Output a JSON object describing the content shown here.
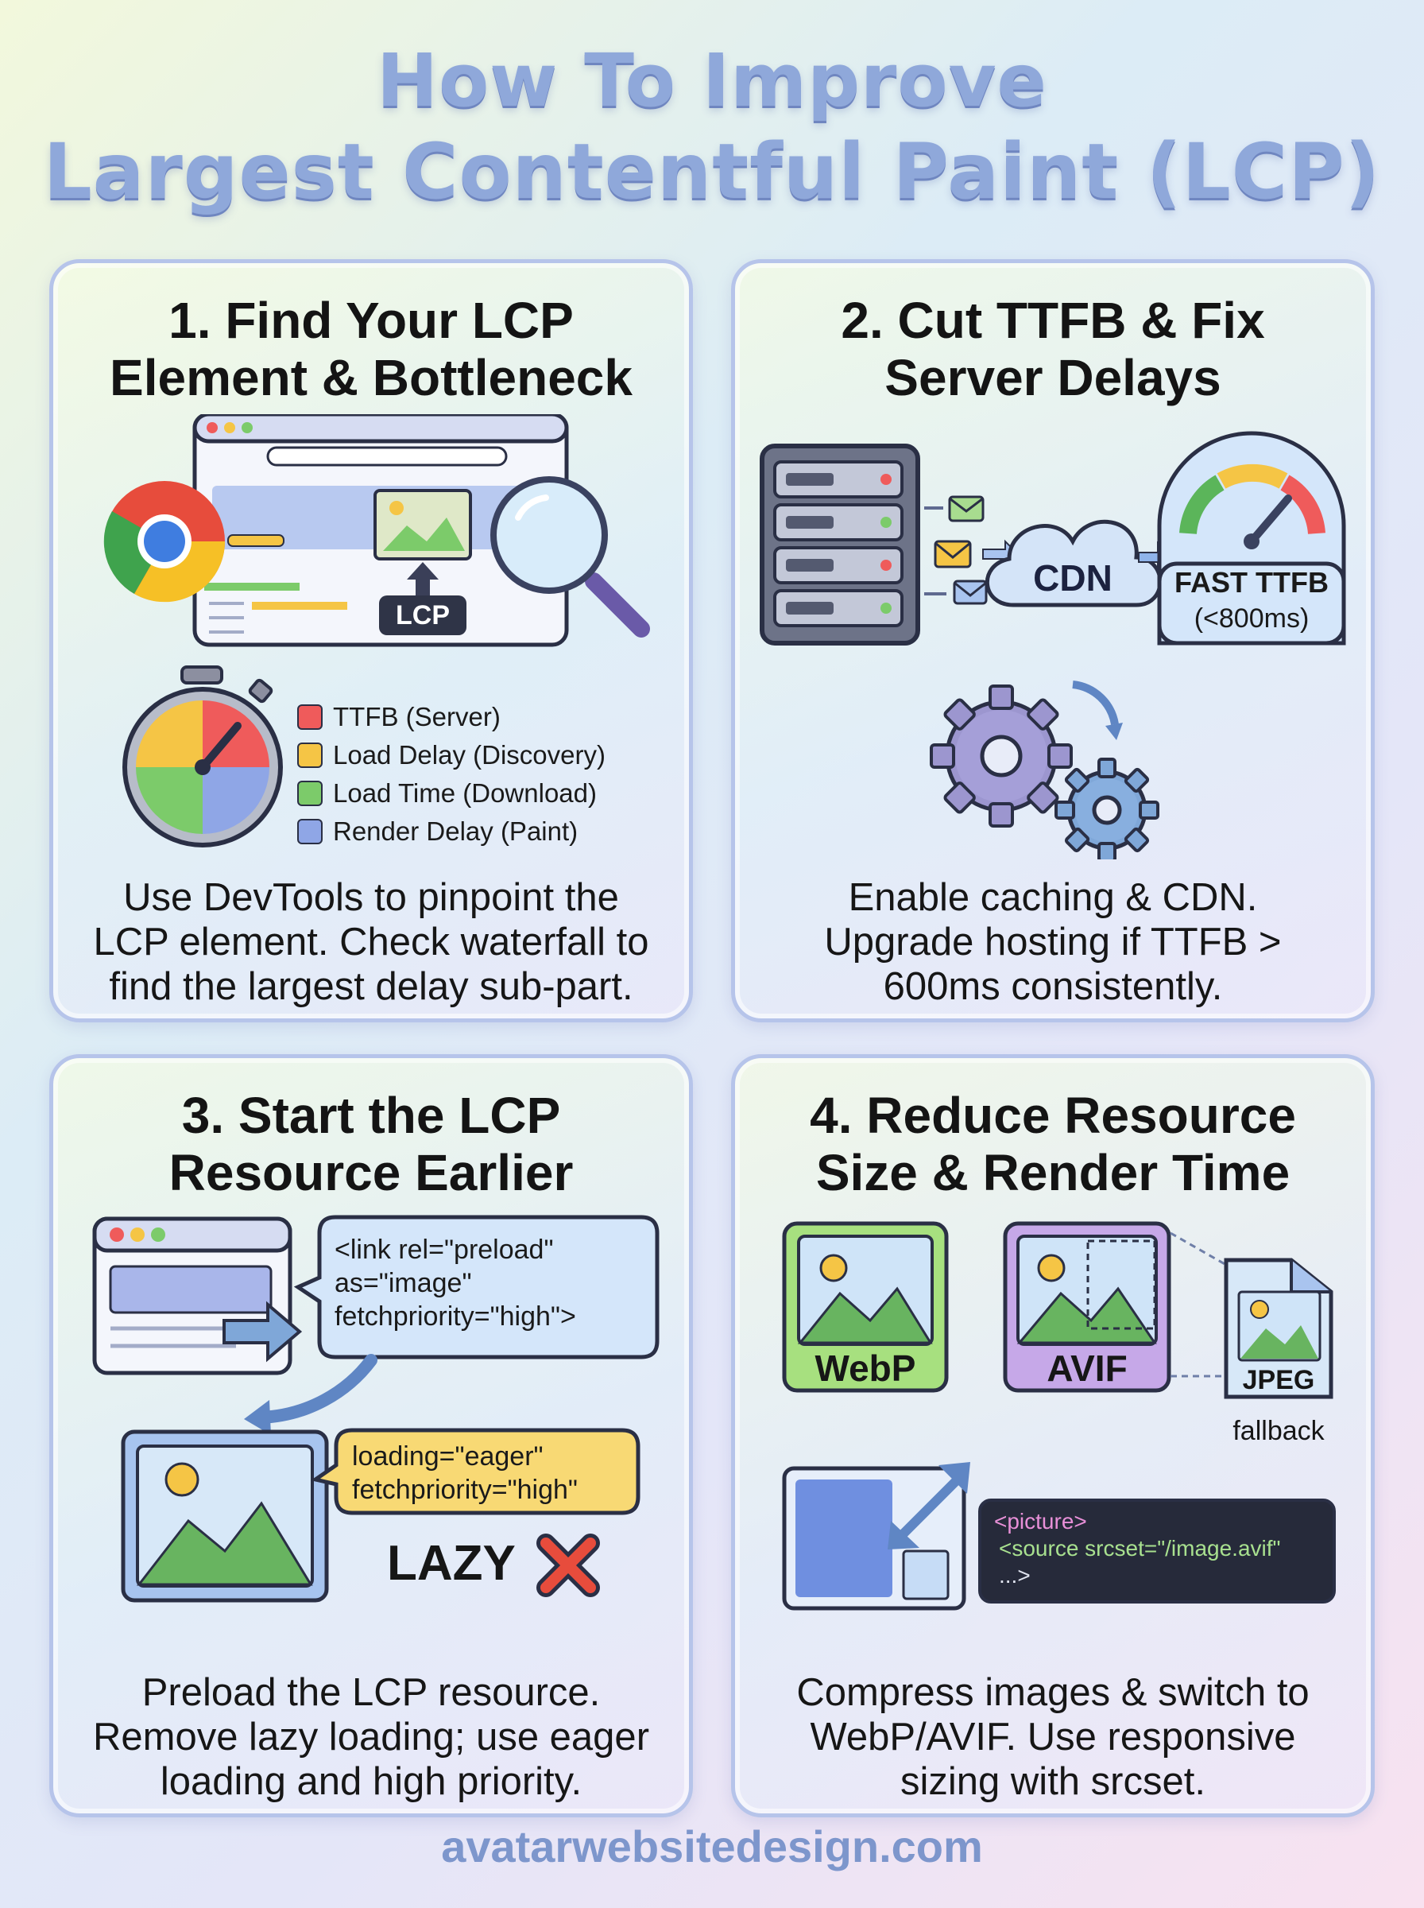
{
  "header": {
    "title_line1": "How To Improve",
    "title_line2": "Largest Contentful Paint (LCP)"
  },
  "cards": [
    {
      "title_line1": "1. Find Your LCP",
      "title_line2": "Element & Bottleneck",
      "lcp_label": "LCP",
      "legend": [
        {
          "label": "TTFB (Server)",
          "color": "#ef5b5b"
        },
        {
          "label": "Load Delay (Discovery)",
          "color": "#f5c545"
        },
        {
          "label": "Load Time (Download)",
          "color": "#7ccb6a"
        },
        {
          "label": "Render Delay (Paint)",
          "color": "#8fa6e6"
        }
      ],
      "desc_line1": "Use DevTools to pinpoint the",
      "desc_line2": "LCP element. Check waterfall to",
      "desc_line3": "find the largest delay sub-part."
    },
    {
      "title_line1": "2. Cut TTFB & Fix",
      "title_line2": "Server Delays",
      "cdn_label": "CDN",
      "gauge_line1": "FAST TTFB",
      "gauge_line2": "(<800ms)",
      "desc_line1": "Enable caching & CDN.",
      "desc_line2": "Upgrade hosting if TTFB >",
      "desc_line3": "600ms consistently."
    },
    {
      "title_line1": "3. Start the LCP",
      "title_line2": "Resource Earlier",
      "code1_line1": "<link rel=\"preload\"",
      "code1_line2": "as=\"image\"",
      "code1_line3": "fetchpriority=\"high\">",
      "code2_line1": "loading=\"eager\"",
      "code2_line2": "fetchpriority=\"high\"",
      "lazy_label": "LAZY",
      "desc_line1": "Preload the LCP resource.",
      "desc_line2": "Remove lazy loading; use eager",
      "desc_line3": "loading and high priority."
    },
    {
      "title_line1": "4. Reduce Resource",
      "title_line2": "Size & Render Time",
      "format1": "WebP",
      "format2": "AVIF",
      "format3": "JPEG",
      "fallback_label": "fallback",
      "code_line1": "<picture>",
      "code_line2": "<source srcset=\"/image.avif\"",
      "code_line3": "...>",
      "desc_line1": "Compress images & switch to",
      "desc_line2": "WebP/AVIF. Use responsive",
      "desc_line3": "sizing with srcset."
    }
  ],
  "footer": {
    "site": "avatarwebsitedesign.com"
  },
  "colors": {
    "title": "#8fa8da",
    "card_border": "#b6c4ea",
    "footer": "#7d96cc"
  }
}
